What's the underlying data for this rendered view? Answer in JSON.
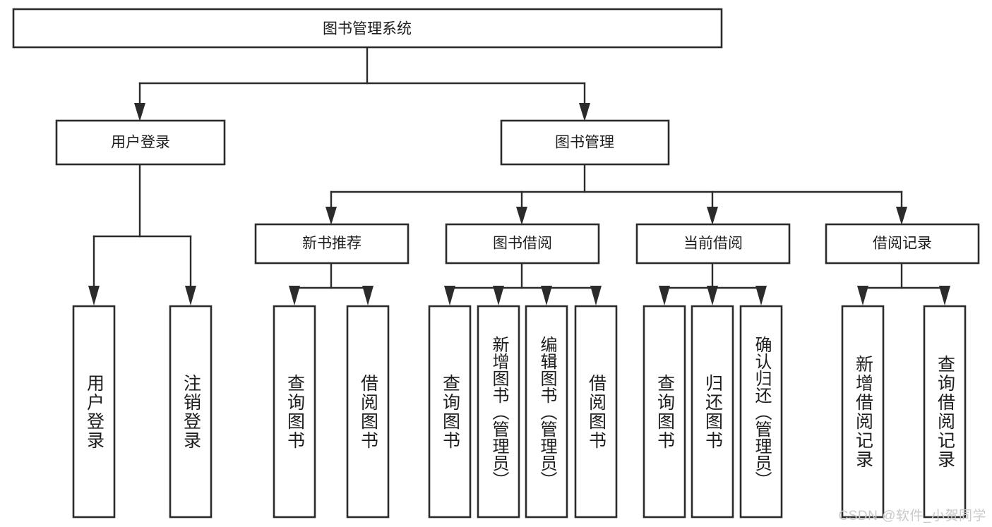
{
  "diagram": {
    "type": "tree-hierarchy-flowchart",
    "title": "图书管理系统",
    "watermark": "CSDN @软件_小贺同学",
    "colors": {
      "background": "#ffffff",
      "box_fill": "#ffffff",
      "box_stroke": "#2b2b2b",
      "connector": "#2b2b2b",
      "text": "#1d1d1d",
      "watermark": "#c9c9c9"
    },
    "root": {
      "label": "图书管理系统",
      "children": [
        {
          "label": "用户登录",
          "children": [
            {
              "label": "用户登录"
            },
            {
              "label": "注销登录"
            }
          ]
        },
        {
          "label": "图书管理",
          "children": [
            {
              "label": "新书推荐",
              "children": [
                {
                  "label": "查询图书"
                },
                {
                  "label": "借阅图书"
                }
              ]
            },
            {
              "label": "图书借阅",
              "children": [
                {
                  "label": "查询图书"
                },
                {
                  "label": "新增图书（管理员）"
                },
                {
                  "label": "编辑图书（管理员）"
                },
                {
                  "label": "借阅图书"
                }
              ]
            },
            {
              "label": "当前借阅",
              "children": [
                {
                  "label": "查询图书"
                },
                {
                  "label": "归还图书"
                },
                {
                  "label": "确认归还（管理员）"
                }
              ]
            },
            {
              "label": "借阅记录",
              "children": [
                {
                  "label": "新增借阅记录"
                },
                {
                  "label": "查询借阅记录"
                }
              ]
            }
          ]
        }
      ]
    },
    "nodes": {
      "root_title": "图书管理系统",
      "l1_user_login": "用户登录",
      "l1_book_mgmt": "图书管理",
      "l2_new_book_rec": "新书推荐",
      "l2_book_borrow": "图书借阅",
      "l2_current_borrow": "当前借阅",
      "l2_borrow_record": "借阅记录",
      "l3_user_login": "用户登录",
      "l3_logout": "注销登录",
      "l3_query_book_a": "查询图书",
      "l3_borrow_book_a": "借阅图书",
      "l3_query_book_b": "查询图书",
      "l3_add_book_admin": "新增图书（管理员）",
      "l3_edit_book_admin": "编辑图书（管理员）",
      "l3_borrow_book_b": "借阅图书",
      "l3_query_book_c": "查询图书",
      "l3_return_book": "归还图书",
      "l3_confirm_return_admin": "确认归还（管理员）",
      "l3_add_borrow_record": "新增借阅记录",
      "l3_query_borrow_record": "查询借阅记录"
    }
  }
}
